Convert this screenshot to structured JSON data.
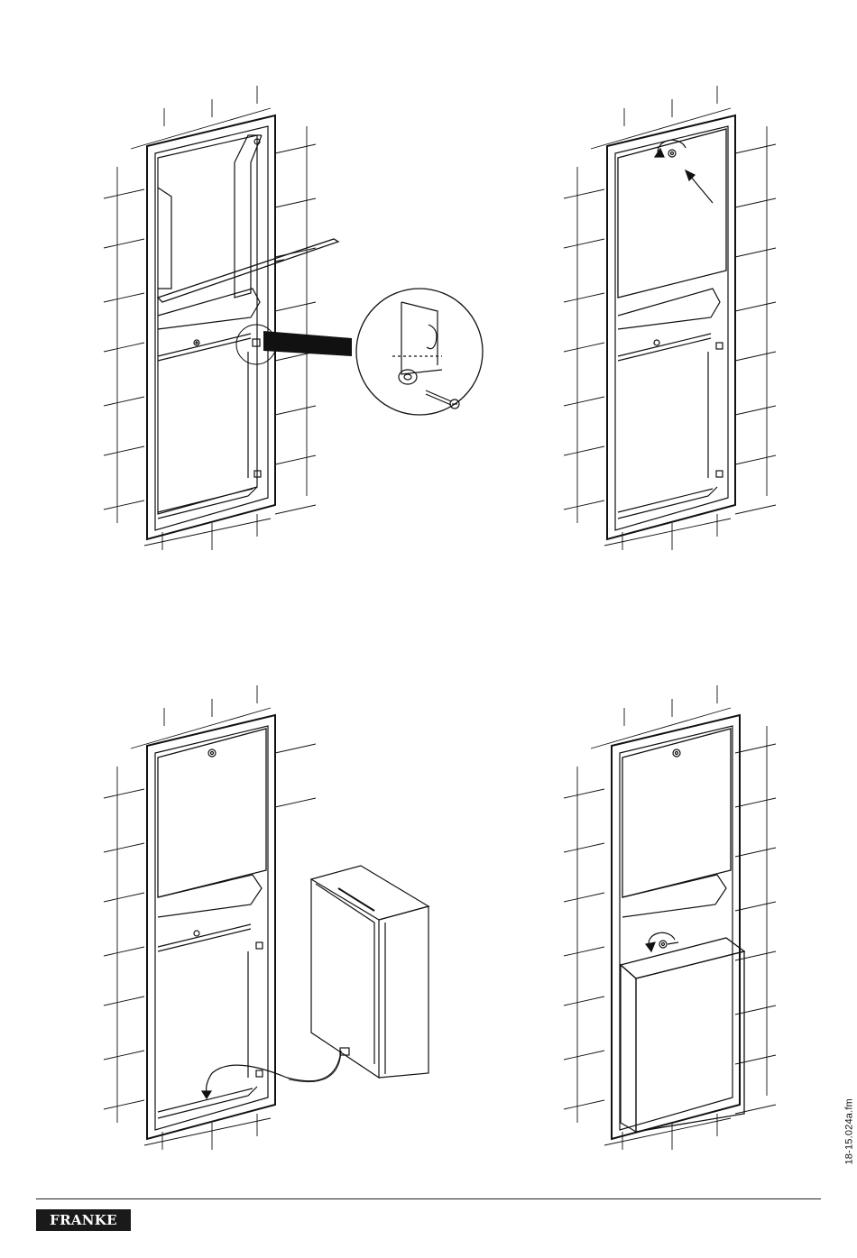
{
  "document": {
    "file_reference": "18-15.024a.fm",
    "brand": "FRANKE"
  },
  "steps": [
    {
      "id": 1,
      "content": "niche with open door, mounting screw detail"
    },
    {
      "id": 2,
      "content": "close upper door, rotate lock"
    },
    {
      "id": 3,
      "content": "attach waste bin via cable"
    },
    {
      "id": 4,
      "content": "bin mounted, rotate lock"
    }
  ],
  "icons": {
    "rotate": "rotate-arrow-icon",
    "direction": "direction-arrow-icon",
    "screw": "screw-icon",
    "lock": "lock-icon"
  },
  "colors": {
    "line": "#111111",
    "background": "#ffffff",
    "logo_bg": "#1a1a1a"
  }
}
